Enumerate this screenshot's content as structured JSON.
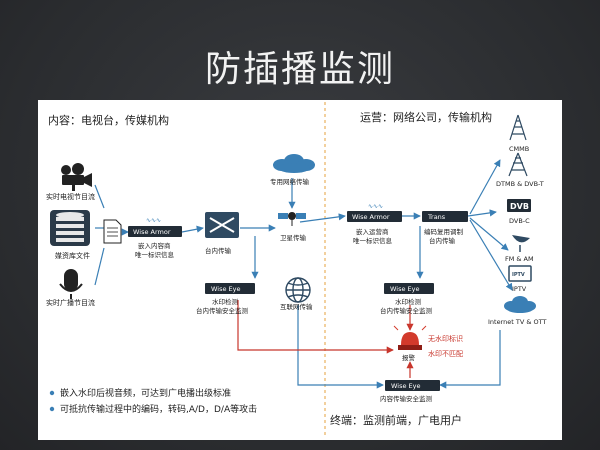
{
  "slide": {
    "title": "防插播监测"
  },
  "sections": {
    "content_label": "内容：电视台，传媒机构",
    "operator_label": "运营：网络公司，传输机构",
    "terminal_label": "终端：监测前端，广电用户"
  },
  "sources": {
    "tv": "实时电视节目流",
    "library": "媒资库文件",
    "radio": "实时广播节目流"
  },
  "boxes": {
    "wise_armor": "Wise Armor",
    "trans": "Trans",
    "wise_eye": "Wise Eye"
  },
  "captions": {
    "embed_1": "嵌入内容商",
    "embed_2": "唯一标识信息",
    "in_station": "台内传输",
    "private_net": "专用网络传输",
    "satellite": "卫星传输",
    "internet": "互联网传输",
    "op_embed_1": "嵌入运营商",
    "op_embed_2": "唯一标识信息",
    "reuse_1": "编码复用调制",
    "reuse_2": "台内传输",
    "wm_detect": "水印检测",
    "wm_safety": "台内传输安全监测",
    "alarm": "报警",
    "no_wm": "无水印标识",
    "wm_mismatch": "水印不匹配",
    "content_safety": "内容传输安全监测"
  },
  "outputs": {
    "cmmb": "CMMB",
    "dtmb": "DTMB & DVB-T",
    "dvbc": "DVB-C",
    "dvb_logo": "DVB",
    "fm": "FM & AM",
    "iptv_logo": "IPTV",
    "iptv": "IPTV",
    "ott": "Internet TV &  OTT"
  },
  "bullets": [
    "嵌入水印后视音频，可达到广电播出级标准",
    "可抵抗传输过程中的编码，转码,A/D，D/A等攻击"
  ],
  "colors": {
    "flow": "#3a7fb5",
    "alarm": "#c8362c",
    "box": "#222c36"
  }
}
